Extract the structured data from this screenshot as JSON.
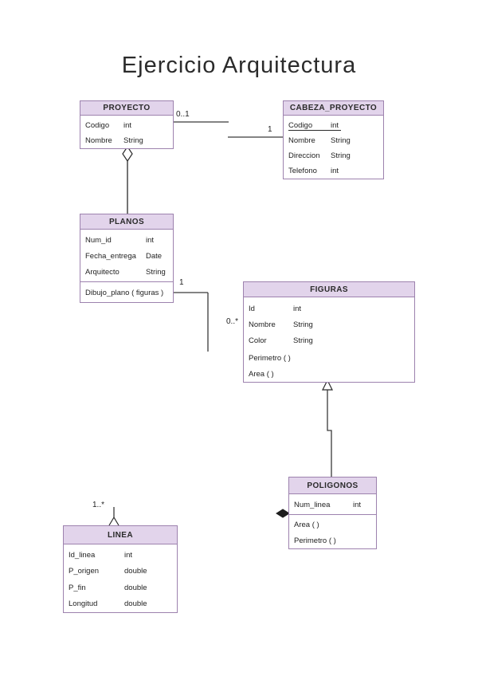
{
  "title": "Ejercicio Arquitectura",
  "colors": {
    "box_border": "#9d82ae",
    "header_fill": "#e2d4eb",
    "relation_line": "#3a3a3a",
    "background": "#ffffff"
  },
  "classes": {
    "proyecto": {
      "name": "PROYECTO",
      "attrs": [
        {
          "n": "Codigo",
          "t": "int"
        },
        {
          "n": "Nombre",
          "t": "String"
        }
      ]
    },
    "cabeza_proyecto": {
      "name": "CABEZA_PROYECTO",
      "attrs": [
        {
          "n": "Codigo",
          "t": "int"
        },
        {
          "n": "Nombre",
          "t": "String"
        },
        {
          "n": "Direccion",
          "t": "String"
        },
        {
          "n": "Telefono",
          "t": "int"
        }
      ]
    },
    "planos": {
      "name": "PLANOS",
      "attrs": [
        {
          "n": "Num_id",
          "t": "int"
        },
        {
          "n": "Fecha_entrega",
          "t": "Date"
        },
        {
          "n": "Arquitecto",
          "t": "String"
        }
      ],
      "methods": [
        "Dibujo_plano ( figuras )"
      ]
    },
    "figuras": {
      "name": "FIGURAS",
      "attrs": [
        {
          "n": "Id",
          "t": "int"
        },
        {
          "n": "Nombre",
          "t": "String"
        },
        {
          "n": "Color",
          "t": "String"
        }
      ],
      "methods": [
        "Perimetro ( )",
        "Area ( )"
      ]
    },
    "poligonos": {
      "name": "POLIGONOS",
      "attrs": [
        {
          "n": "Num_linea",
          "t": "int"
        }
      ],
      "methods": [
        "Area ( )",
        "Perimetro ( )"
      ]
    },
    "linea": {
      "name": "LINEA",
      "attrs": [
        {
          "n": "Id_linea",
          "t": "int"
        },
        {
          "n": "P_origen",
          "t": "double"
        },
        {
          "n": "P_fin",
          "t": "double"
        },
        {
          "n": "Longitud",
          "t": "double"
        }
      ]
    }
  },
  "relations": {
    "proyecto_cabeza": {
      "type": "association",
      "left_mult": "0..1",
      "right_mult": "1"
    },
    "proyecto_planos": {
      "type": "aggregation"
    },
    "planos_figuras": {
      "type": "association",
      "left_mult": "1",
      "right_mult": "0..*"
    },
    "figuras_poligonos": {
      "type": "inheritance"
    },
    "poligonos_linea": {
      "type": "composition",
      "mult": "1..*"
    }
  }
}
